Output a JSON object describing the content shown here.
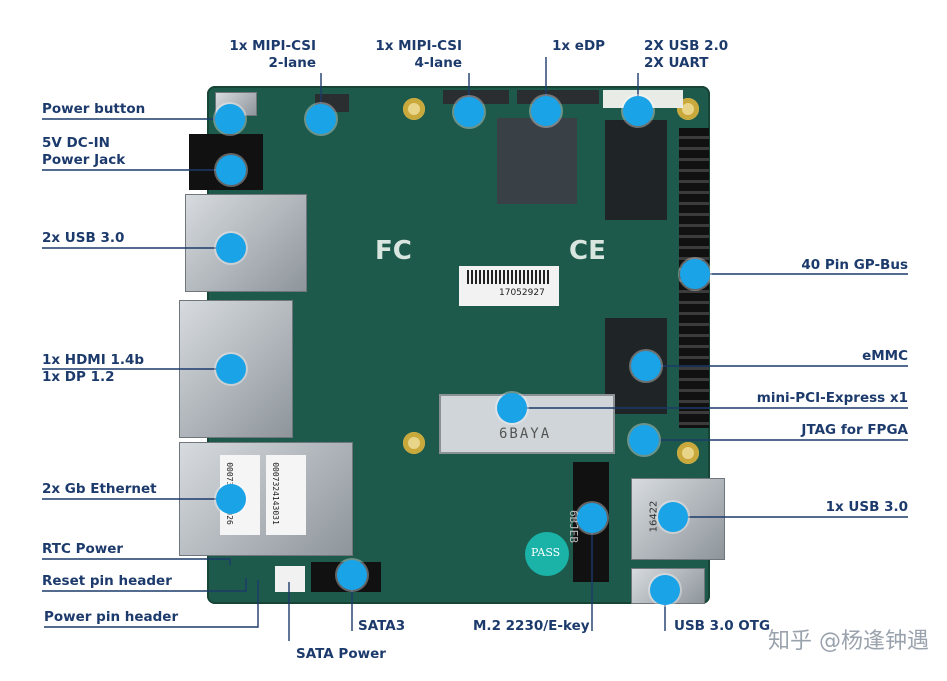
{
  "labels": {
    "power_button": "Power button",
    "dc_in_1": "5V DC-IN",
    "dc_in_2": "Power Jack",
    "usb30_left": "2x USB 3.0",
    "hdmi_1": "1x HDMI 1.4b",
    "hdmi_2": "1x DP 1.2",
    "ethernet": "2x Gb Ethernet",
    "rtc_power": "RTC Power",
    "reset_header": "Reset pin header",
    "power_header": "Power pin header",
    "sata_power": "SATA Power",
    "sata3": "SATA3",
    "m2": "M.2 2230/E-key",
    "usb30_otg": "USB 3.0 OTG",
    "mipi2_1": "1x MIPI-CSI",
    "mipi2_2": "2-lane",
    "mipi4_1": "1x MIPI-CSI",
    "mipi4_2": "4-lane",
    "edp": "1x eDP",
    "usb20_1": "2X USB 2.0",
    "usb20_2": "2X UART",
    "gpbus": "40 Pin GP-Bus",
    "emmc": "eMMC",
    "mini_pcie": "mini-PCI-Express x1",
    "jtag": "JTAG for FPGA",
    "usb30_right": "1x USB 3.0"
  },
  "board_text": {
    "barcode": "17052927",
    "slot_marking": "6BAYA",
    "m2_marking": "6BJEB",
    "usb_marking": "16422",
    "pass_badge": "PASS",
    "fcc_mark": "FC",
    "ce_mark": "CE",
    "eth_sticker_1": "0007324143026",
    "eth_sticker_2": "0007324143031"
  },
  "watermark": "知乎 @杨逢钟遇",
  "colors": {
    "label": "#1c3a6b",
    "marker": "#1aa3e6",
    "line": "#1c3a6b",
    "pcb": "#1d5a4b"
  }
}
